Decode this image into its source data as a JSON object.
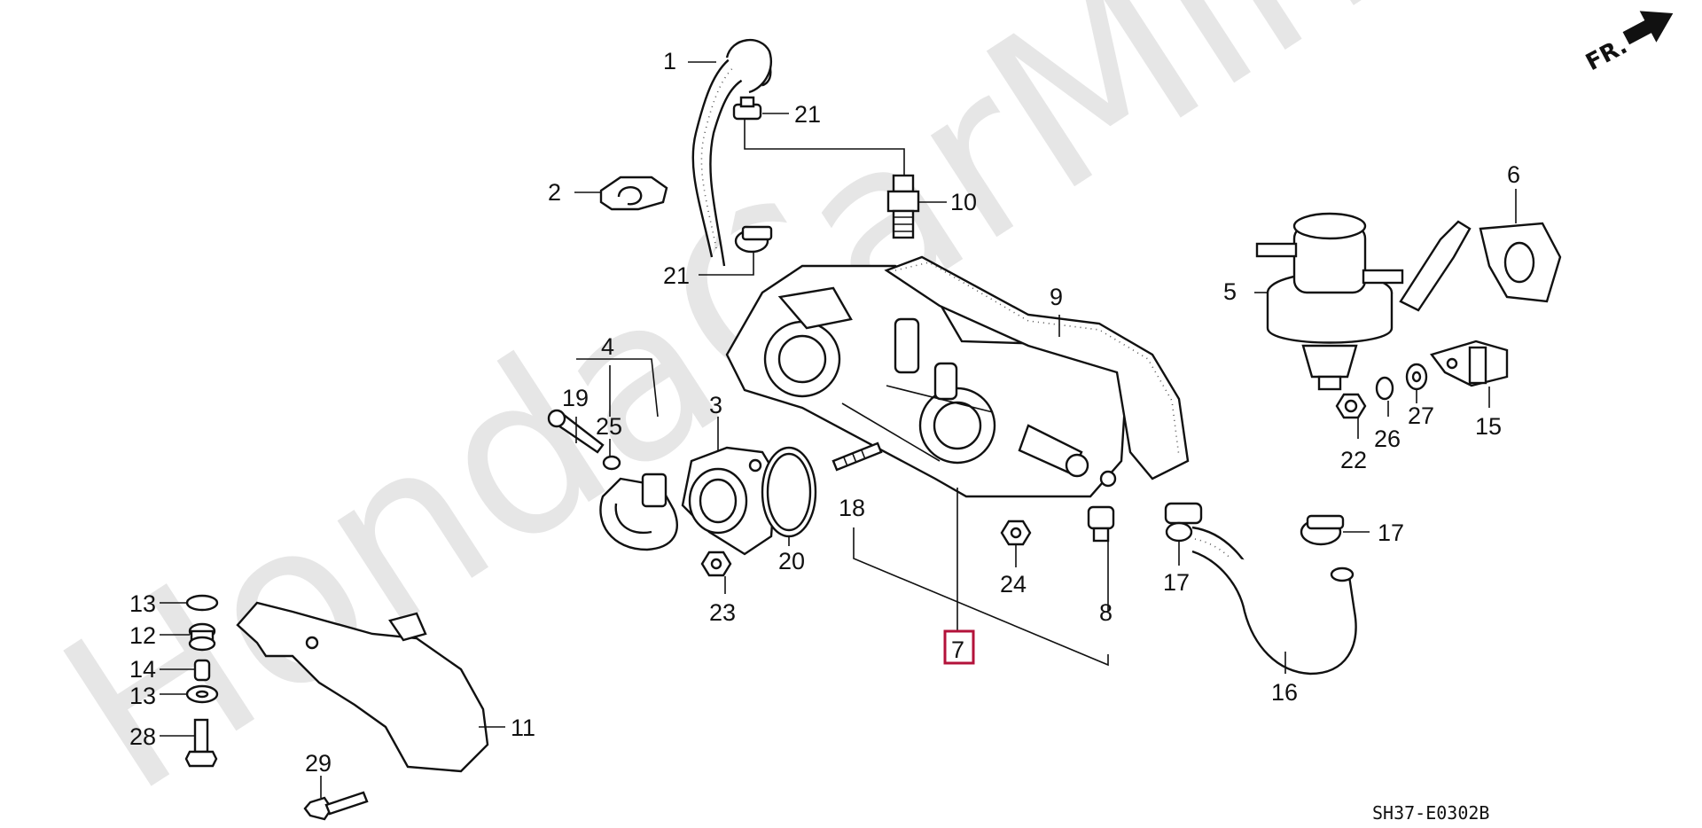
{
  "diagram_code": "SH37-E0302B",
  "direction_label": "FR.",
  "highlighted_part": "7",
  "watermark": "HondaCarMine.ru",
  "callouts": {
    "c1": "1",
    "c2": "2",
    "c3": "3",
    "c4": "4",
    "c5": "5",
    "c6": "6",
    "c7": "7",
    "c8": "8",
    "c9": "9",
    "c10": "10",
    "c11": "11",
    "c12": "12",
    "c13a": "13",
    "c13b": "13",
    "c14": "14",
    "c15": "15",
    "c16": "16",
    "c17a": "17",
    "c17b": "17",
    "c18": "18",
    "c19": "19",
    "c20": "20",
    "c21a": "21",
    "c21b": "21",
    "c22": "22",
    "c23": "23",
    "c24": "24",
    "c25": "25",
    "c26": "26",
    "c27": "27",
    "c28": "28",
    "c29": "29"
  }
}
